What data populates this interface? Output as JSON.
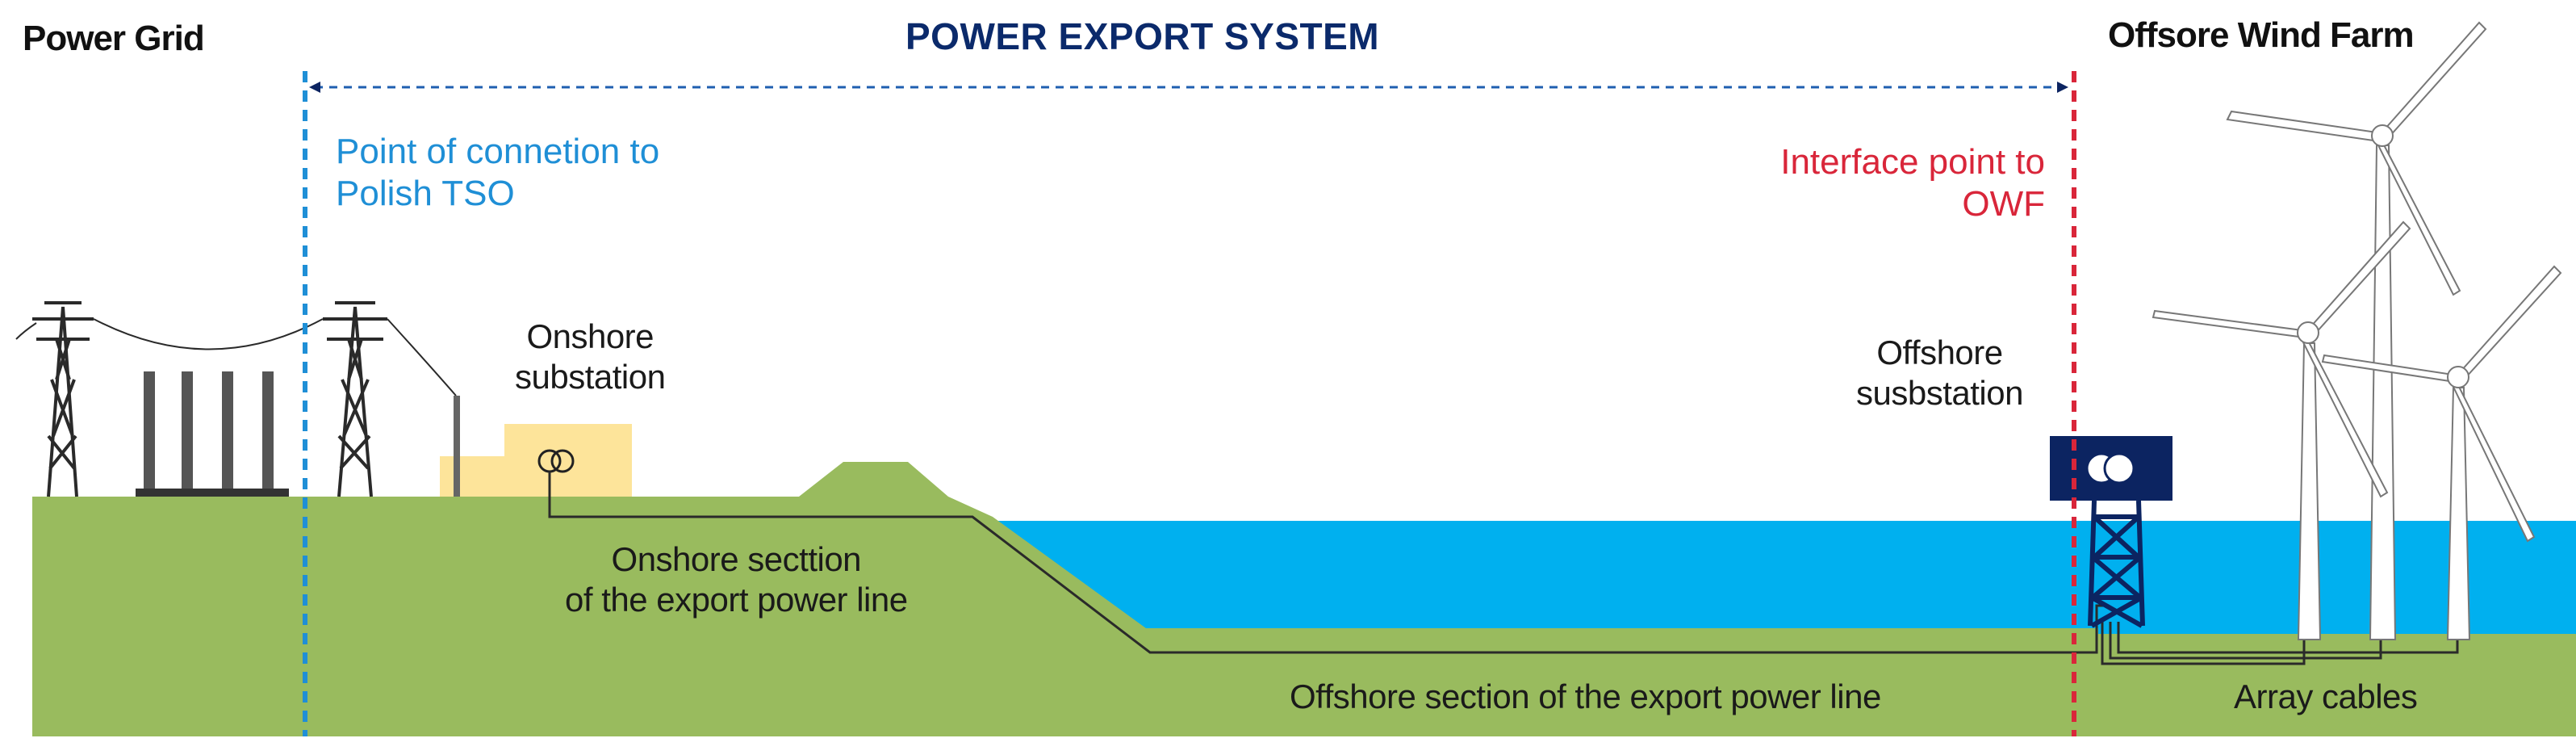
{
  "headers": {
    "power_grid": "Power Grid",
    "system_title": "POWER EXPORT SYSTEM",
    "wind_farm": "Offsore Wind Farm"
  },
  "points": {
    "tso": [
      "Point of connetion to",
      "Polish TSO"
    ],
    "owf": [
      "Interface point to",
      "OWF"
    ]
  },
  "labels": {
    "onshore_substation": [
      "Onshore",
      "substation"
    ],
    "offshore_substation": [
      "Offshore",
      "susbstation"
    ],
    "onshore_section": [
      "Onshore secttion",
      "of the export power line"
    ],
    "offshore_section": "Offshore section of the export power line",
    "array_cables": "Array cables"
  },
  "colors": {
    "ground": "#99bb5e",
    "sea": "#00b0ef",
    "substation_onshore": "#fde49a",
    "substation_offshore": "#0c2461",
    "tso_line": "#1f8fd6",
    "owf_line": "#d9263a",
    "title": "#0b2a6b"
  }
}
